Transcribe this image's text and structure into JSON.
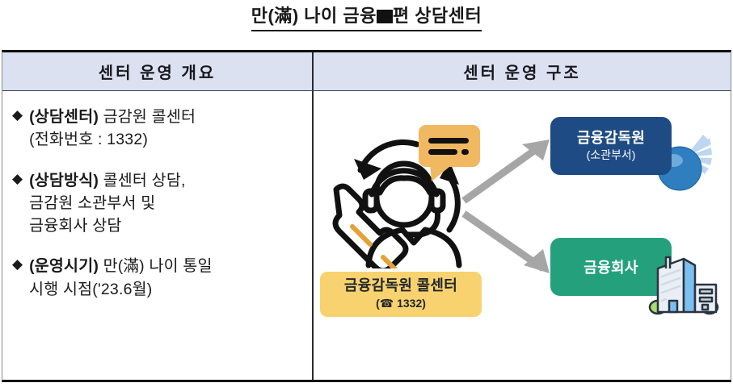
{
  "document": {
    "title_parts": {
      "before": "만(滿) 나이 금융",
      "redacted": true,
      "after": "편 상담센터"
    },
    "title_full": "만(滿) 나이 금융▬편 상담센터"
  },
  "table": {
    "headers": {
      "left": "센터 운영 개요",
      "right": "센터 운영 구조"
    },
    "bullets": [
      {
        "marker": "◆",
        "label": "(상담센터)",
        "body": " 금감원 콜센터\n(전화번호 : 1332)"
      },
      {
        "marker": "◆",
        "label": "(상담방식)",
        "body": " 콜센터 상담,\n금감원 소관부서 및\n금융회사 상담"
      },
      {
        "marker": "◆",
        "label": "(운영시기)",
        "body": " 만(滿) 나이 통일\n시행 시점('23.6월)"
      }
    ]
  },
  "diagram": {
    "call_center": {
      "title": "금융감독원 콜센터",
      "subtitle": "(☎ 1332)",
      "color": "#f7d26e"
    },
    "supervisor": {
      "title": "금융감독원",
      "subtitle": "(소관부서)",
      "color": "#1f4b84"
    },
    "company": {
      "title": "금융회사",
      "color": "#24a17c"
    },
    "arrow_color": "#a6a6a6",
    "icons": {
      "agent": "call-center-agent-icon",
      "logo": "fss-sphere-logo-icon",
      "building": "office-building-icon"
    }
  },
  "colors": {
    "header_bg": "#dce1f2",
    "border_dark": "#111111",
    "text": "#1a1a1a"
  }
}
